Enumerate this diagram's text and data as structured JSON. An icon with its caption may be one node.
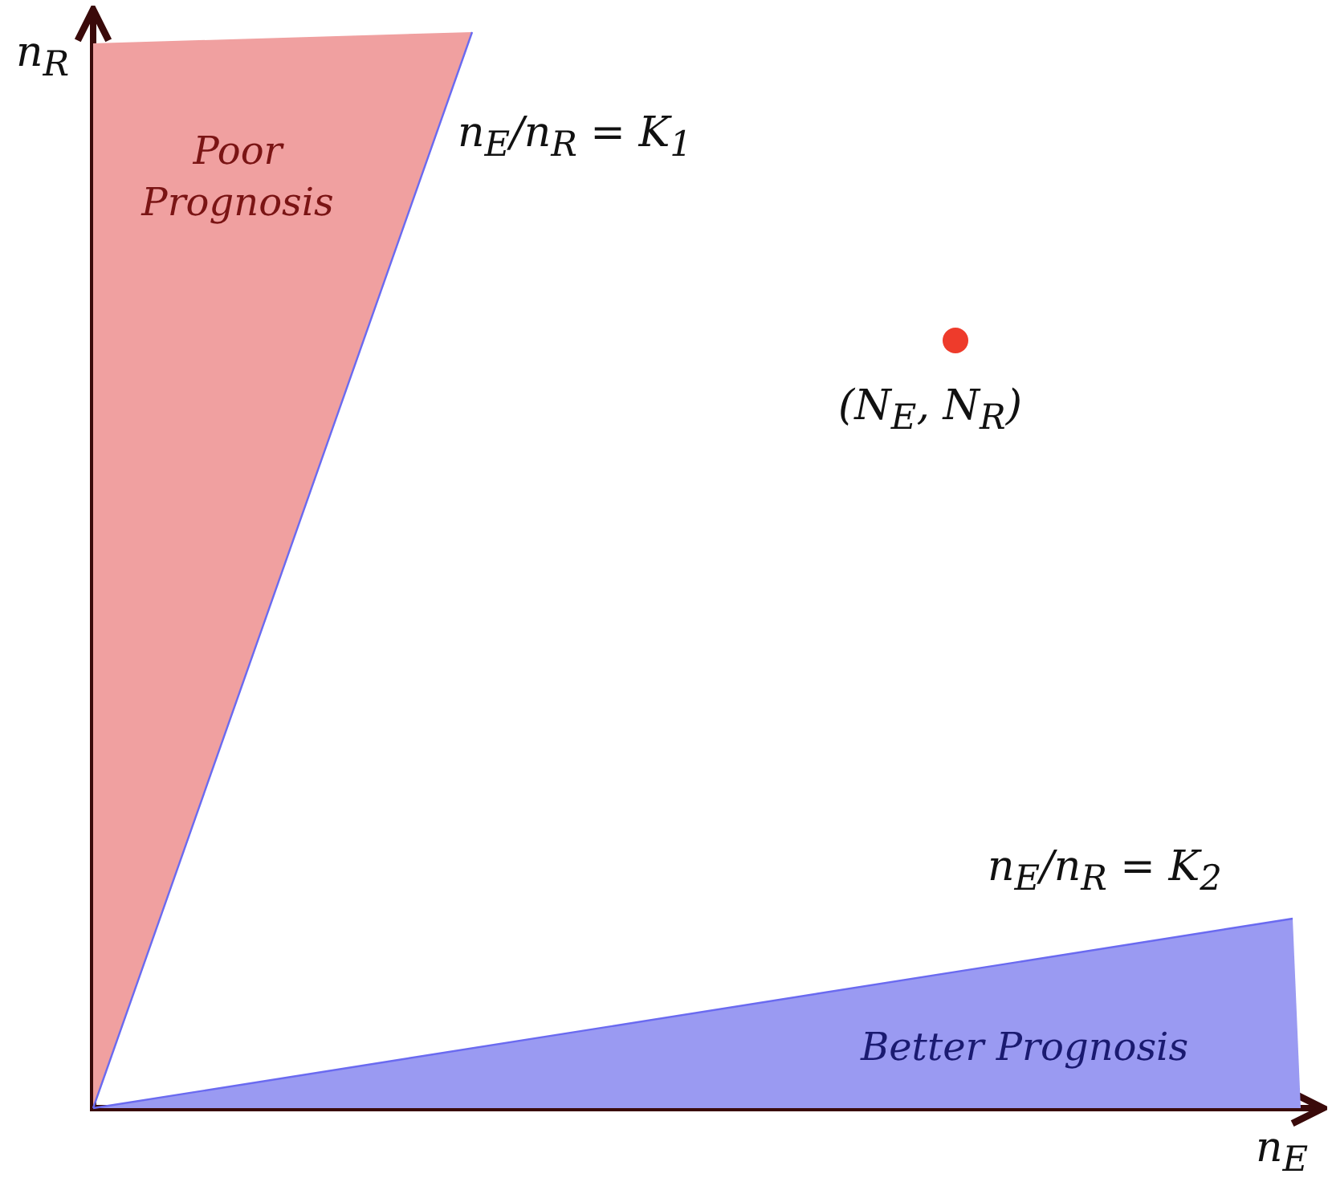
{
  "diagram": {
    "nodes": [
      {
        "text": [
          "Poor Prognosis"
        ]
      },
      {
        "text": [
          "Better Prognosis"
        ]
      }
    ],
    "labels": [
      "n$_{R}$",
      "n$_{E}$/n$_{R}$ = K$_{1}$",
      "(N$_{E}$, N$_{R}$)",
      "n$_{E}$/n$_{R}$ = K$_{2}$",
      "n$_{E}$"
    ]
  }
}
